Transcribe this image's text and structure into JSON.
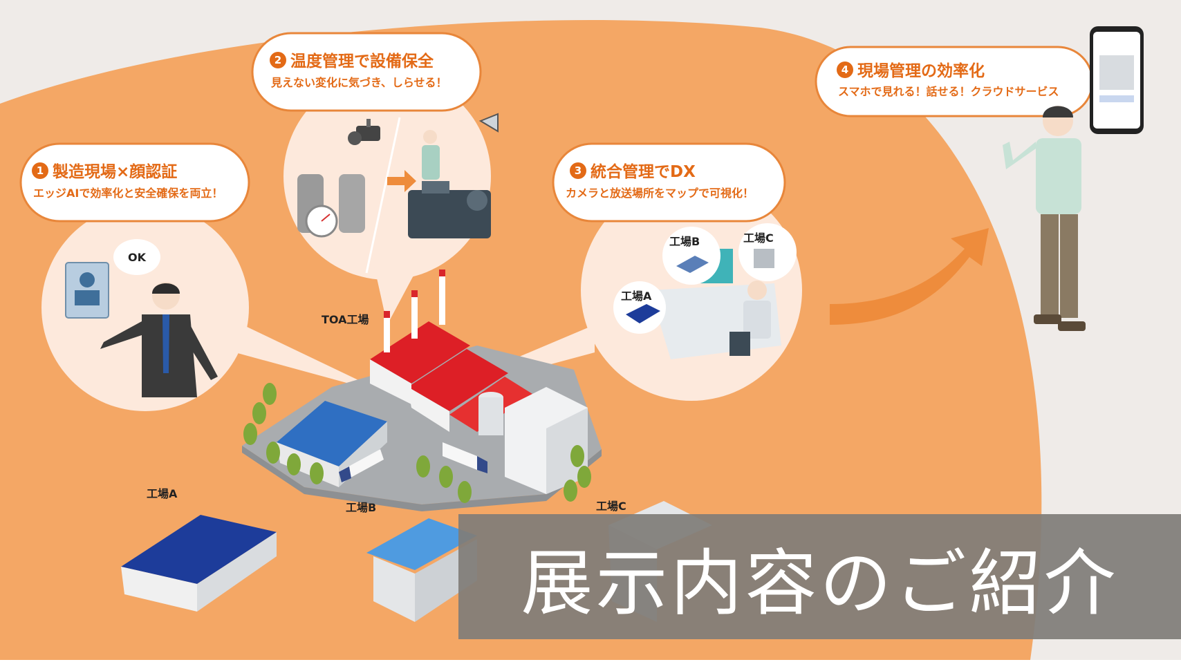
{
  "callouts": [
    {
      "num": "1",
      "title": "製造現場×顔認証",
      "subtitle": "エッジAIで効率化と安全確保を両立！"
    },
    {
      "num": "2",
      "title": "温度管理で設備保全",
      "subtitle": "見えない変化に気づき、しらせる！"
    },
    {
      "num": "3",
      "title": "統合管理でDX",
      "subtitle": "カメラと放送場所をマップで可視化！"
    },
    {
      "num": "4",
      "title": "現場管理の効率化",
      "subtitle": "スマホで見れる！話せる！クラウドサービス"
    }
  ],
  "labels": {
    "ok": "OK",
    "toa_factory": "TOA工場",
    "factory_a": "工場A",
    "factory_b": "工場B",
    "factory_c": "工場C"
  },
  "banner": {
    "text": "展示内容のご紹介"
  },
  "colors": {
    "orange_bg": "#f4a765",
    "accent": "#e36a16",
    "banner_bg": "#807d79"
  }
}
